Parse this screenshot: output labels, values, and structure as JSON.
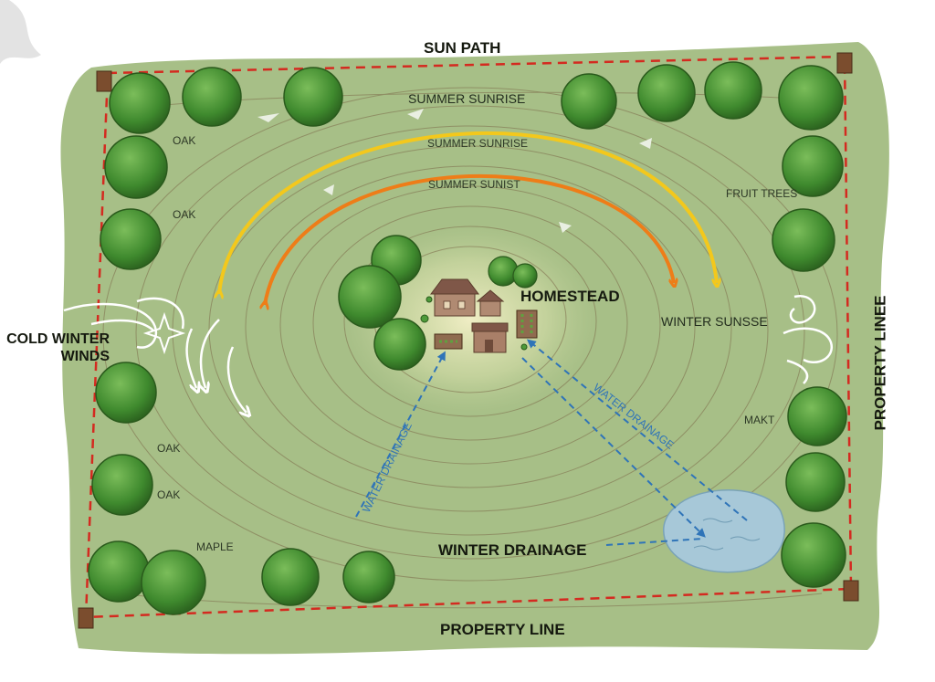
{
  "title": "SUN PATH",
  "labels": {
    "summer_sunrise_top": "SUMMER SUNRISE",
    "summer_sunrise_inner": "SUMMER SUNRISE",
    "summer_sunset": "SUMMER SUNIST",
    "fruit_trees": "FRUIT TREES",
    "homestead": "HOMESTEAD",
    "winter_sunset": "WINTER SUNSSE",
    "cold_winter_winds": "COLD WINTER WINDS",
    "water_drainage_left": "WATER DRAINAGE",
    "water_drainage_right": "WATER DRAINAGE",
    "winter_drainage": "WINTER DRAINAGE",
    "property_line_bottom": "PROPERTY LINE",
    "property_line_right": "PROPERTY LINEE",
    "makt": "MAKT",
    "maple": "MAPLE",
    "oak_1": "OAK",
    "oak_2": "OAK",
    "oak_3": "OAK",
    "oak_4": "OAK"
  },
  "colors": {
    "terrain": "#a7bf87",
    "contour": "#7d6a4a",
    "property_line": "#d42a20",
    "summer_arc": "#f3c81c",
    "winter_arc": "#ee7d18",
    "drainage": "#2f74b8",
    "pond": "#a7c8d8",
    "tree": "#3f8a2e"
  },
  "icons": [
    "wind-swirl-icon",
    "compass-star-icon",
    "house-icon",
    "barn-icon",
    "garden-bed-icon",
    "pond-icon",
    "fence-post-icon"
  ]
}
